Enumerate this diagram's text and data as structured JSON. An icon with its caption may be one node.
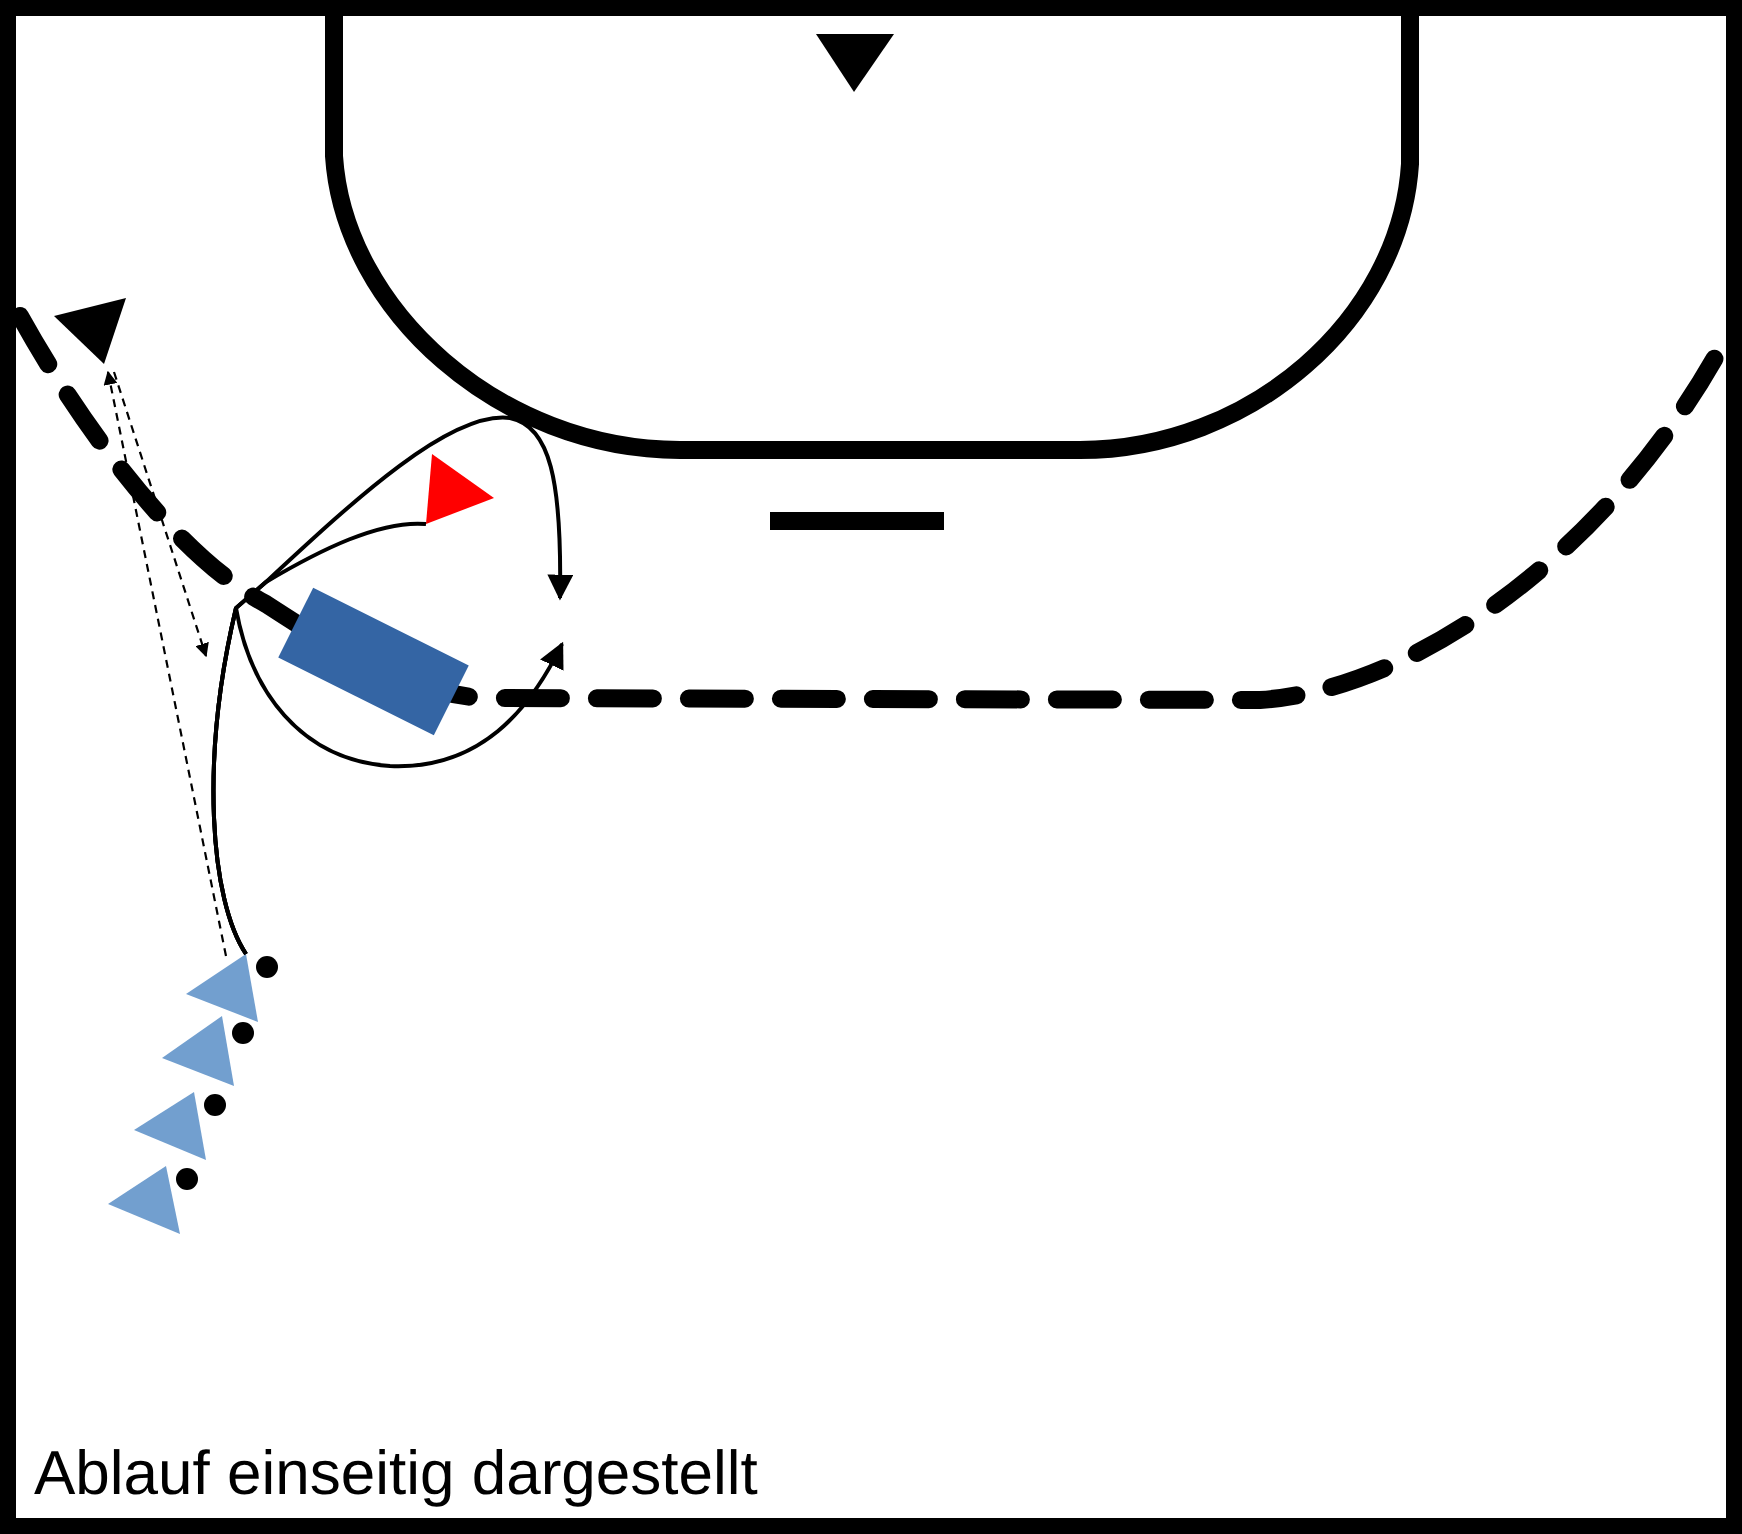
{
  "diagram": {
    "caption": "Ablauf einseitig dargestellt",
    "nodes": [
      {
        "text": [],
        "shape": "triangle"
      },
      {
        "text": [],
        "shape": "triangle"
      },
      {
        "text": [],
        "shape": "triangle"
      },
      {
        "text": [],
        "shape": "box"
      },
      {
        "text": [],
        "shape": "triangle"
      },
      {
        "text": [],
        "shape": "triangle"
      },
      {
        "text": [],
        "shape": "triangle"
      },
      {
        "text": [],
        "shape": "triangle"
      }
    ],
    "edges": [
      {
        "from": 4,
        "to": 2,
        "arrow": "none"
      },
      {
        "from": 4,
        "to": null,
        "arrow": "to"
      },
      {
        "from": 4,
        "to": null,
        "arrow": "to"
      },
      {
        "from": 4,
        "to": 1,
        "arrow": "to",
        "style": "dashed"
      },
      {
        "from": 1,
        "to": null,
        "arrow": "to",
        "style": "dashed"
      }
    ]
  }
}
